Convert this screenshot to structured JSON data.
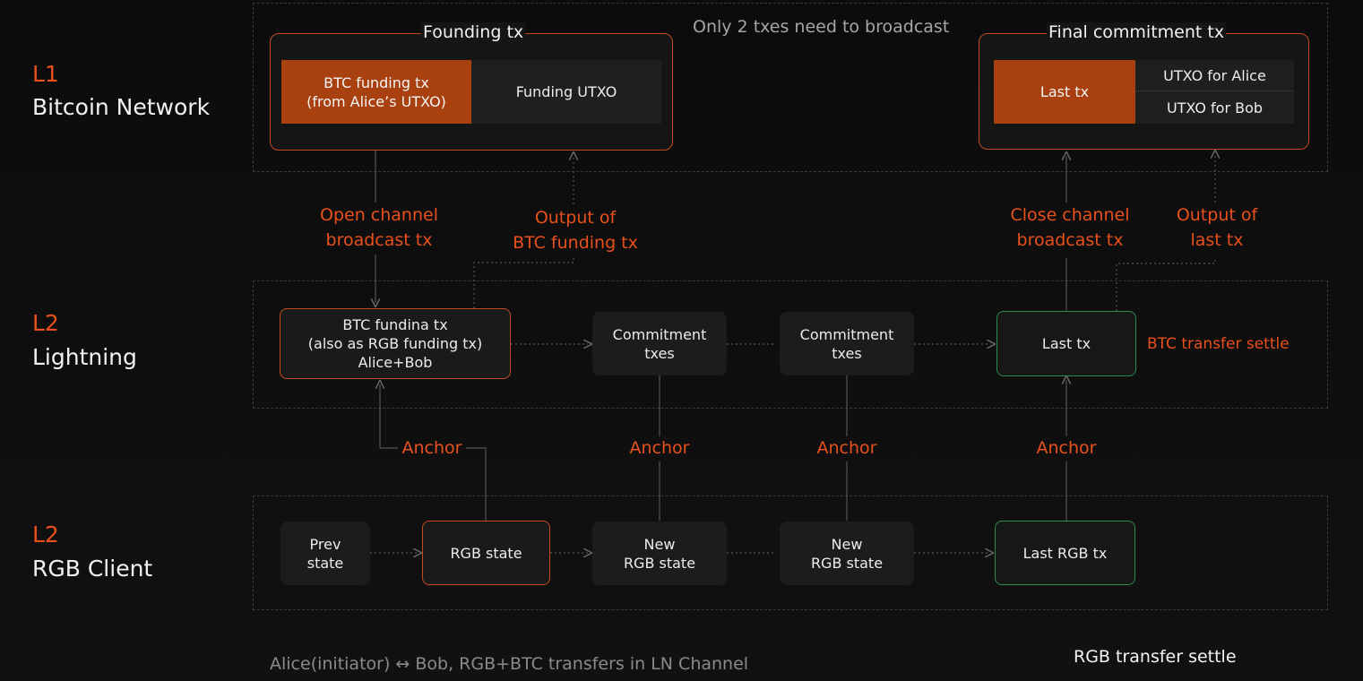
{
  "layers": {
    "l1": {
      "tag": "L1",
      "name": "Bitcoin Network"
    },
    "lightning": {
      "tag": "L2",
      "name": "Lightning"
    },
    "rgb": {
      "tag": "L2",
      "name": "RGB Client"
    }
  },
  "bitcoin": {
    "note": "Only 2 txes need to broadcast",
    "funding_group": {
      "title": "Founding tx",
      "btc_funding_tx": "BTC funding tx\n(from Alice’s UTXO)",
      "funding_utxo": "Funding UTXO"
    },
    "final_group": {
      "title": "Final commitment tx",
      "last_tx": "Last tx",
      "utxo_alice": "UTXO for Alice",
      "utxo_bob": "UTXO for Bob"
    }
  },
  "edge_labels": {
    "open_channel": "Open channel\nbroadcast tx",
    "output_btc_funding": "Output of\nBTC funding tx",
    "close_channel": "Close channel\nbroadcast tx",
    "output_last": "Output of\nlast tx",
    "anchor": "Anchor"
  },
  "lightning": {
    "funding": "BTC fundina tx\n(also as RGB funding tx)\nAlice+Bob",
    "commitment_1": "Commitment\ntxes",
    "commitment_2": "Commitment\ntxes",
    "last_tx": "Last tx",
    "settle_note": "BTC transfer settle"
  },
  "rgb": {
    "prev_state": "Prev\nstate",
    "rgb_state": "RGB state",
    "new_state_1": "New\nRGB state",
    "new_state_2": "New\nRGB state",
    "last_rgb_tx": "Last RGB tx"
  },
  "footer": {
    "caption": "Alice(initiator) ↔ Bob, RGB+BTC transfers in LN Channel",
    "settle": "RGB transfer settle"
  },
  "colors": {
    "accent": "#e8501c",
    "fill_orange": "#a8400f",
    "green": "#2d8a53",
    "background": "#0f0f0f"
  }
}
